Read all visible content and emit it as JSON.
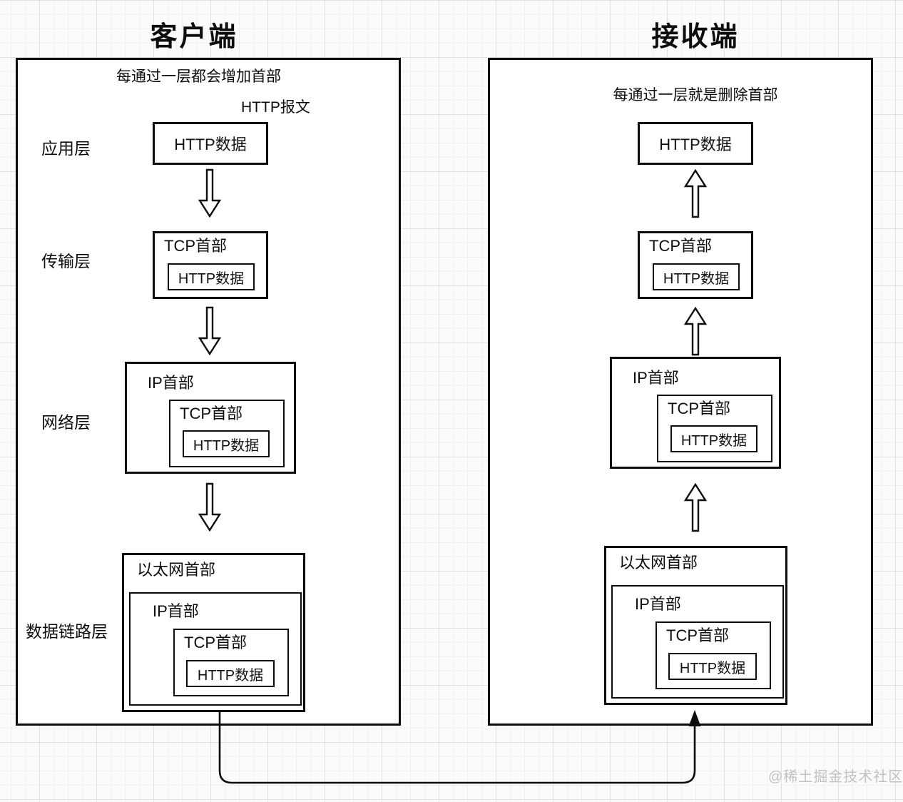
{
  "titles": {
    "client": "客户端",
    "receiver": "接收端"
  },
  "captions": {
    "client": "每通过一层都会增加首部",
    "client_message": "HTTP报文",
    "receiver": "每通过一层就是删除首部"
  },
  "layers": {
    "application": "应用层",
    "transport": "传输层",
    "network": "网络层",
    "datalink": "数据链路层"
  },
  "labels": {
    "http_data": "HTTP数据",
    "tcp_header": "TCP首部",
    "ip_header": "IP首部",
    "eth_header": "以太网首部"
  },
  "watermark": "@稀土掘金技术社区",
  "colors": {
    "line": "#0d0d0d",
    "panel_bg": "#ffffff",
    "watermark": "#c2c2c2"
  }
}
